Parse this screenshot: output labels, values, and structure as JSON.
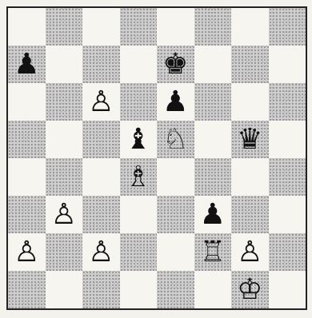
{
  "board": {
    "size": 8,
    "pieces": [
      {
        "file": 0,
        "rank": 6,
        "glyph": "♟",
        "name": "black-pawn-icon"
      },
      {
        "file": 4,
        "rank": 6,
        "glyph": "♚",
        "name": "black-king-icon"
      },
      {
        "file": 2,
        "rank": 5,
        "glyph": "♙",
        "name": "white-pawn-icon"
      },
      {
        "file": 4,
        "rank": 5,
        "glyph": "♟",
        "name": "black-pawn-icon"
      },
      {
        "file": 3,
        "rank": 4,
        "glyph": "♝",
        "name": "black-bishop-icon"
      },
      {
        "file": 4,
        "rank": 4,
        "glyph": "♘",
        "name": "white-knight-icon"
      },
      {
        "file": 6,
        "rank": 4,
        "glyph": "♛",
        "name": "black-queen-icon"
      },
      {
        "file": 3,
        "rank": 3,
        "glyph": "♗",
        "name": "white-bishop-icon"
      },
      {
        "file": 1,
        "rank": 2,
        "glyph": "♙",
        "name": "white-pawn-icon"
      },
      {
        "file": 5,
        "rank": 2,
        "glyph": "♟",
        "name": "black-pawn-icon"
      },
      {
        "file": 0,
        "rank": 1,
        "glyph": "♙",
        "name": "white-pawn-icon"
      },
      {
        "file": 2,
        "rank": 1,
        "glyph": "♙",
        "name": "white-pawn-icon"
      },
      {
        "file": 5,
        "rank": 1,
        "glyph": "♖",
        "name": "white-rook-icon"
      },
      {
        "file": 6,
        "rank": 1,
        "glyph": "♙",
        "name": "white-pawn-icon"
      },
      {
        "file": 6,
        "rank": 0,
        "glyph": "♔",
        "name": "white-king-icon"
      }
    ]
  }
}
